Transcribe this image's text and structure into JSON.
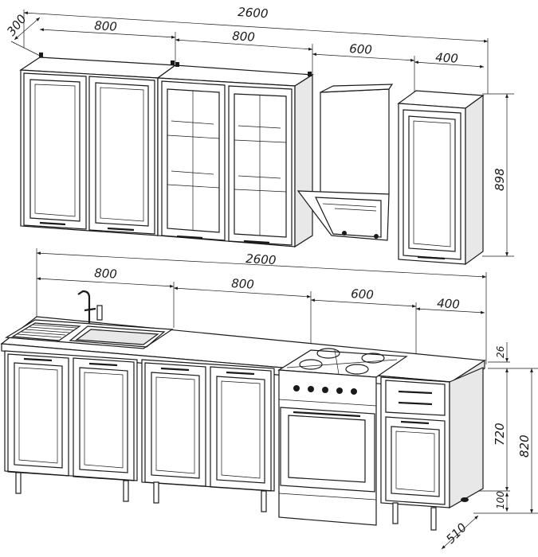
{
  "upper": {
    "depth": "300",
    "total": "2600",
    "widths": [
      "800",
      "800",
      "600",
      "400"
    ],
    "height": "898"
  },
  "lower": {
    "total": "2600",
    "widths": [
      "800",
      "800",
      "600",
      "400"
    ],
    "countertop": "26",
    "body_height": "720",
    "total_height": "820",
    "leg_height": "100",
    "depth": "510"
  }
}
